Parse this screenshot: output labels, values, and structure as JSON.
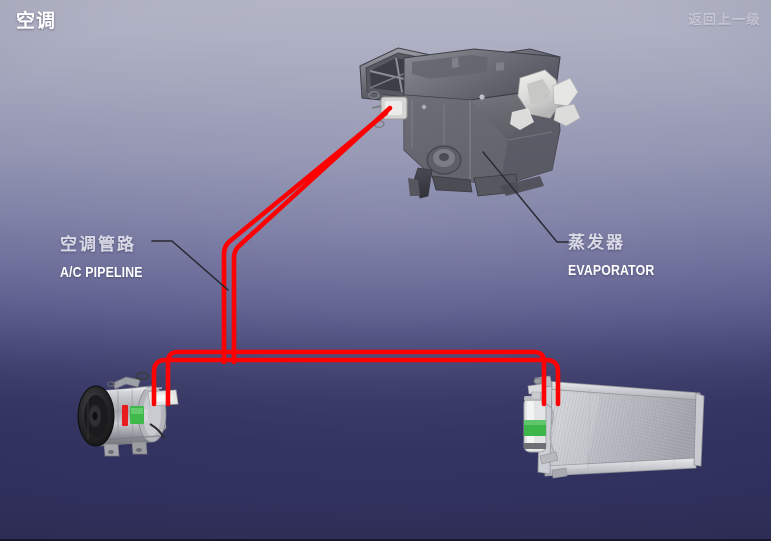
{
  "header": {
    "title": "空调",
    "back_label": "返回上一级"
  },
  "labels": {
    "pipeline": {
      "cn": "空调管路",
      "en": "A/C PIPELINE"
    },
    "evaporator": {
      "cn": "蒸发器",
      "en": "EVAPORATOR"
    }
  },
  "parts": {
    "evaporator_unit": "evaporator-housing",
    "compressor": "ac-compressor",
    "condenser": "ac-condenser",
    "receiver_drier": "receiver-drier"
  },
  "colors": {
    "pipe_red": "#ff0000",
    "bg_top": "#b2b4c6",
    "bg_bottom": "#313059",
    "label_cn": "#d9dae6",
    "label_en": "#ffffff",
    "leader_line": "#2a2a32"
  }
}
